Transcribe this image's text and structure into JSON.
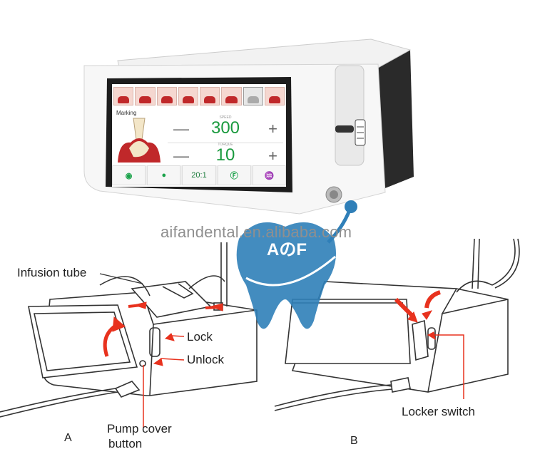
{
  "watermark": "aifandental.en.alibaba.com",
  "logo": {
    "text": "AのF"
  },
  "device_screen": {
    "mode_label": "Marking",
    "speed_value": "300",
    "torque_value": "10",
    "ratio_label": "20:1",
    "minus_symbol": "—",
    "plus_symbol": "+",
    "speed_caption": "SPEED",
    "torque_caption": "TORQUE"
  },
  "labels": {
    "infusion_tube": "Infusion tube",
    "lock": "Lock",
    "unlock": "Unlock",
    "pump_cover_line1": "Pump cover",
    "pump_cover_line2": "button",
    "locker_switch": "Locker switch",
    "fig_a": "A",
    "fig_b": "B"
  },
  "colors": {
    "arrow_red": "#e8321e",
    "screen_value_green": "#1a9a3e",
    "logo_blue": "#2f7fb8"
  }
}
